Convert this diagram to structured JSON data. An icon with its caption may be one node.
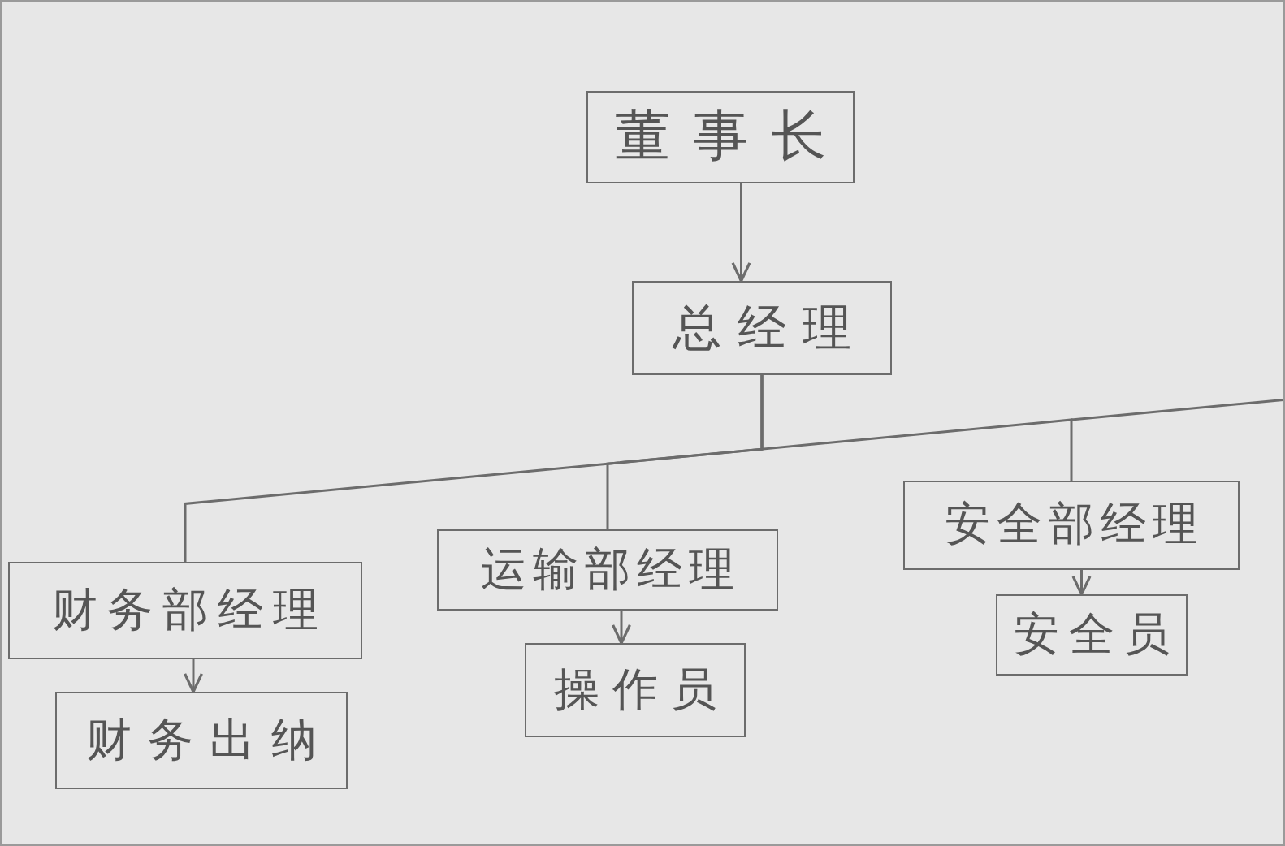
{
  "diagram": {
    "nodes": [
      {
        "text": [
          "董事长"
        ]
      },
      {
        "text": [
          "总经理"
        ]
      },
      {
        "text": [
          "财务部经理"
        ]
      },
      {
        "text": [
          "运输部经理"
        ]
      },
      {
        "text": [
          "安全部经理"
        ]
      },
      {
        "text": [
          "财务出纳"
        ]
      },
      {
        "text": [
          "操作员"
        ]
      },
      {
        "text": [
          "安全员"
        ]
      }
    ],
    "edges": [
      {
        "from": 0,
        "to": 1,
        "arrow": "to"
      },
      {
        "from": 1,
        "to": 2,
        "arrow": "none"
      },
      {
        "from": 1,
        "to": 3,
        "arrow": "none"
      },
      {
        "from": 1,
        "to": 4,
        "arrow": "none"
      },
      {
        "from": 2,
        "to": 5,
        "arrow": "to"
      },
      {
        "from": 3,
        "to": 6,
        "arrow": "to"
      },
      {
        "from": 4,
        "to": 7,
        "arrow": "to"
      }
    ]
  }
}
